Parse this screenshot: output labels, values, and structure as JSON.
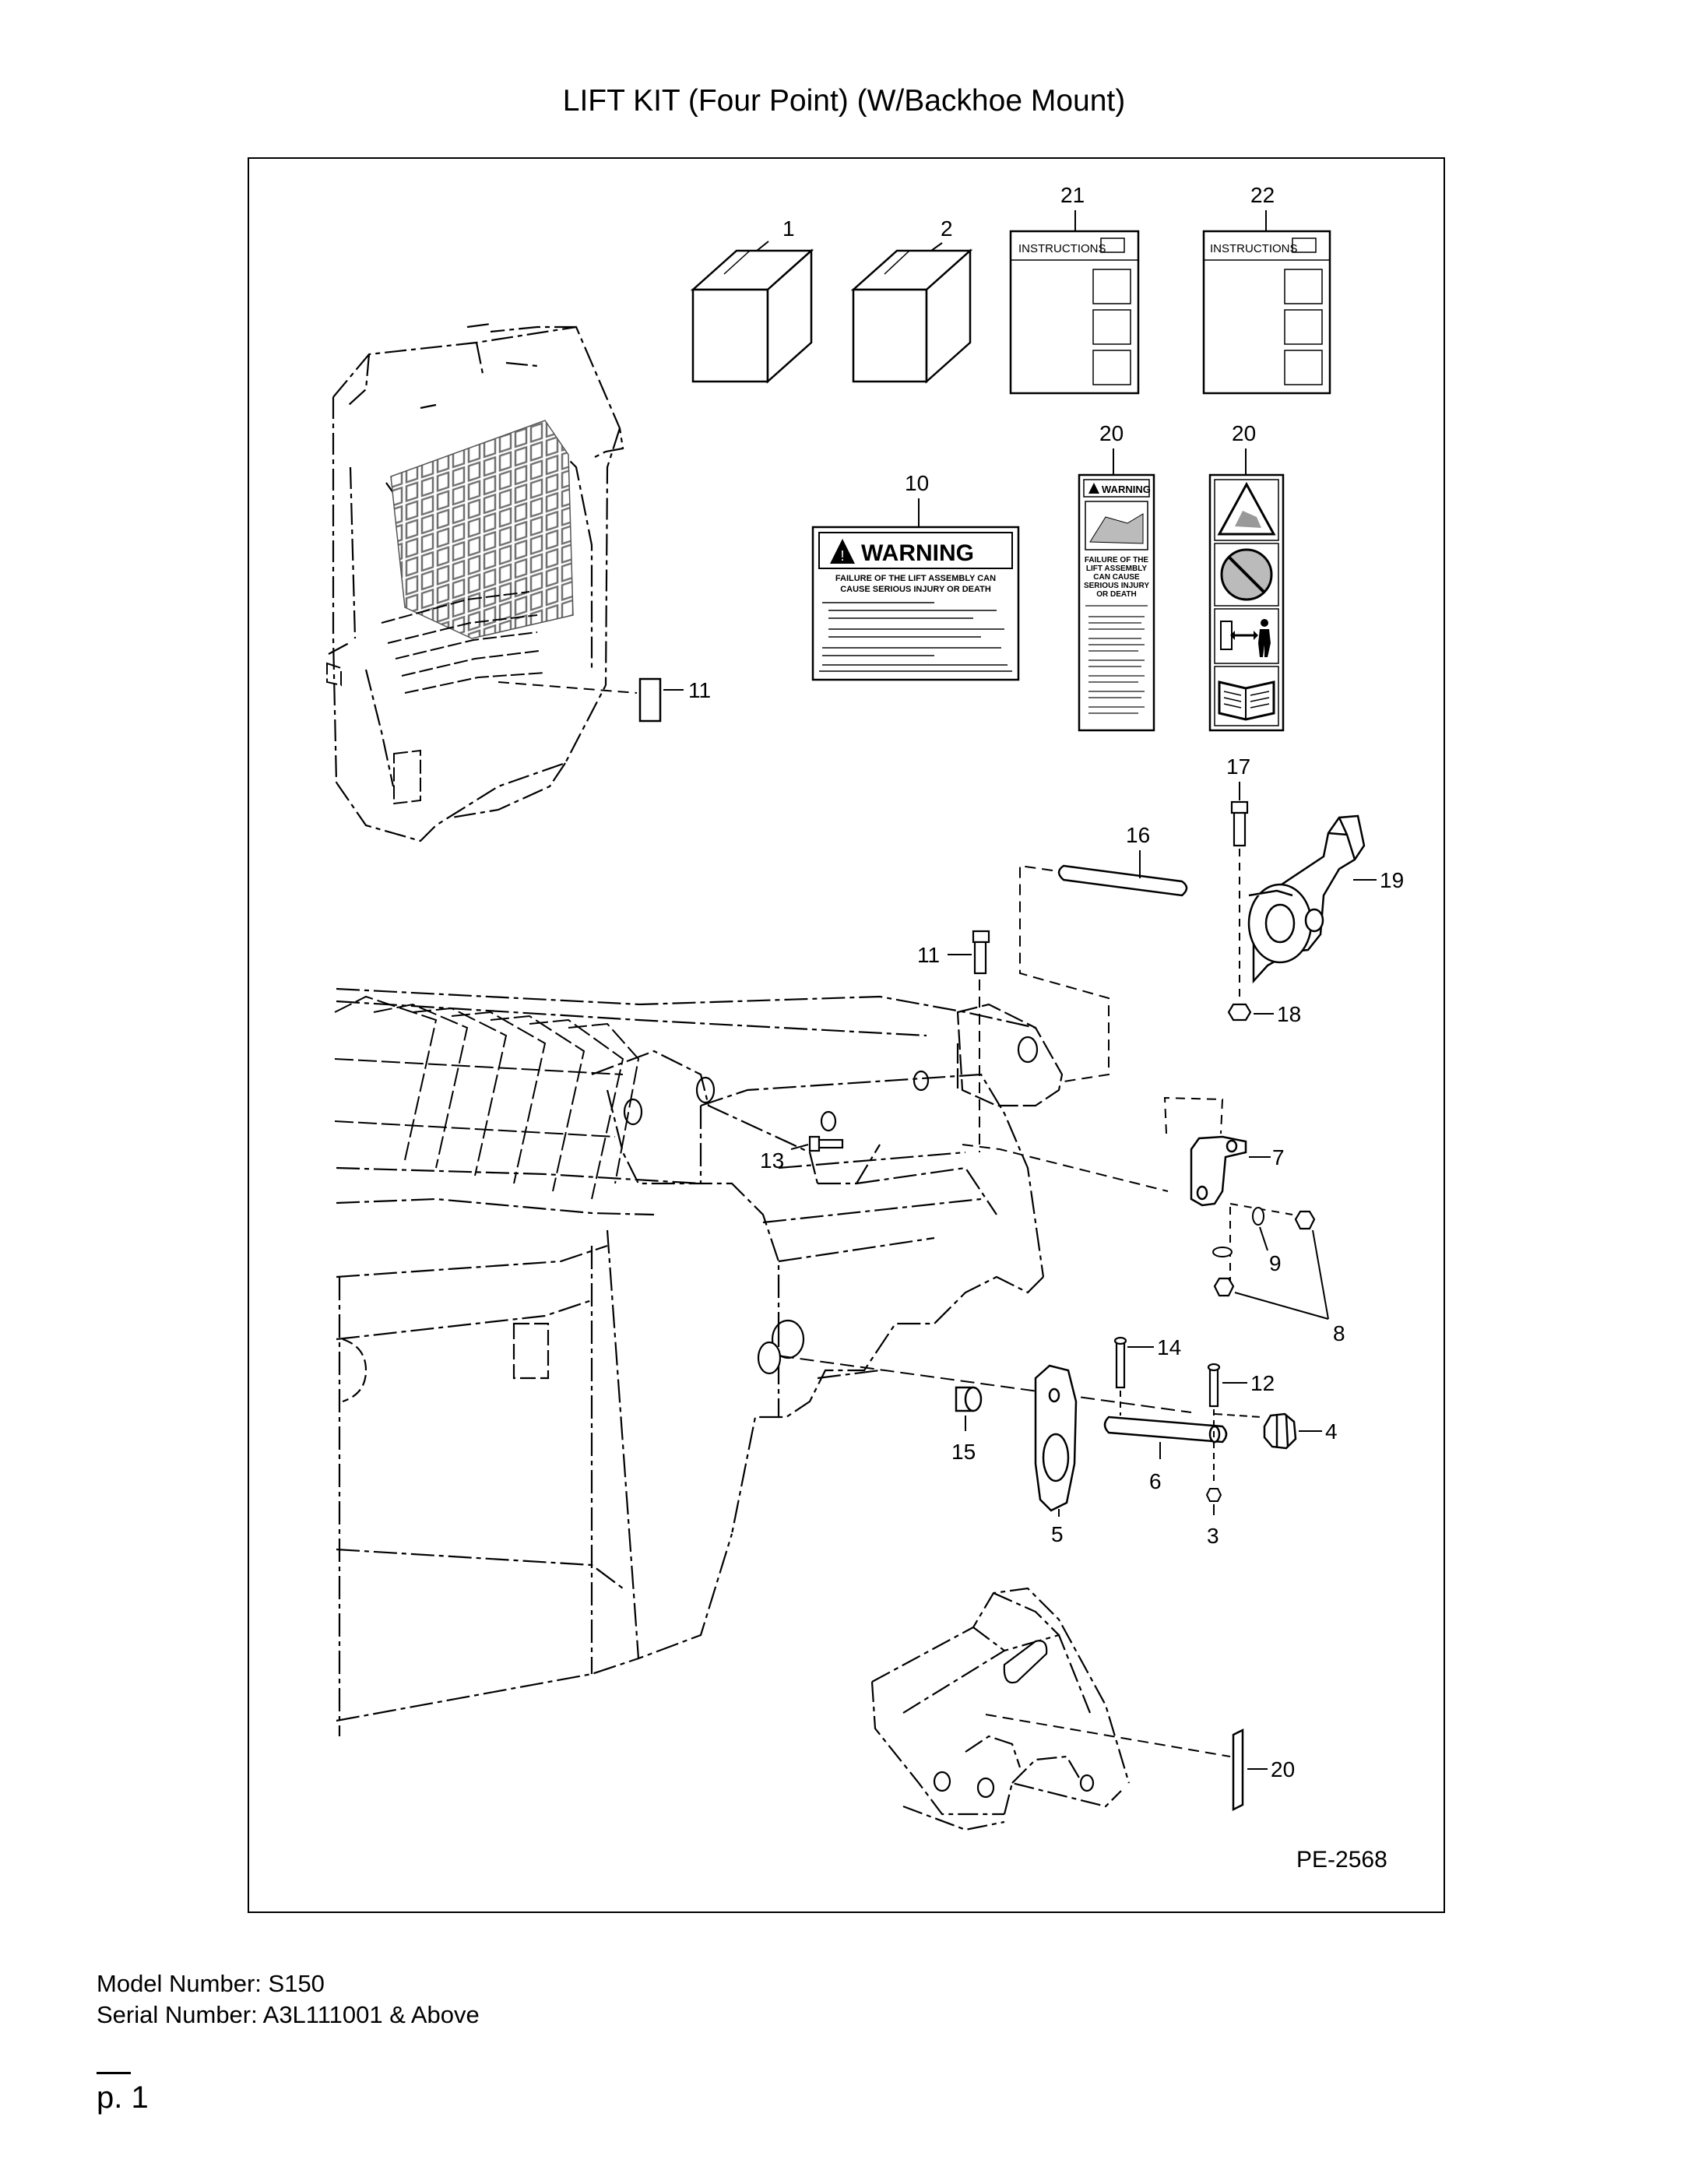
{
  "page": {
    "title": "LIFT KIT (Four Point) (W/Backhoe Mount)",
    "drawing_code": "PE-2568",
    "model_line": "Model Number: S150",
    "serial_line": "Serial Number: A3L111001 & Above",
    "page_number": "p. 1"
  },
  "callouts": {
    "c1": "1",
    "c2": "2",
    "c21": "21",
    "c22": "22",
    "c10": "10",
    "c20a": "20",
    "c20b": "20",
    "c11a": "11",
    "c17": "17",
    "c16": "16",
    "c19": "19",
    "c11b": "11",
    "c18": "18",
    "c13": "13",
    "c7": "7",
    "c9": "9",
    "c8": "8",
    "c14": "14",
    "c12": "12",
    "c4": "4",
    "c15": "15",
    "c6": "6",
    "c5": "5",
    "c3": "3",
    "c20c": "20"
  },
  "decals": {
    "instructions_a": "INSTRUCTIONS",
    "instructions_b": "INSTRUCTIONS",
    "warning_title": "WARNING",
    "warning_line1": "FAILURE OF THE LIFT ASSEMBLY CAN",
    "warning_line2": "CAUSE SERIOUS INJURY OR DEATH",
    "tall_warning_title": "WARNING",
    "tall_line1": "FAILURE OF THE",
    "tall_line2": "LIFT ASSEMBLY",
    "tall_line3": "CAN CAUSE",
    "tall_line4": "SERIOUS INJURY",
    "tall_line5": "OR DEATH"
  },
  "colors": {
    "ink": "#000000",
    "paper": "#ffffff",
    "cage": "#7a7a7a"
  }
}
